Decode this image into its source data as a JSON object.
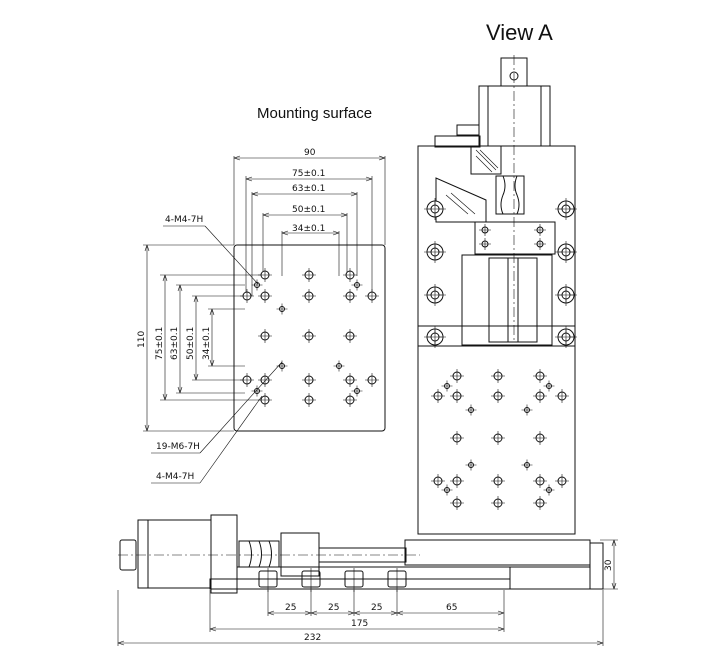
{
  "titles": {
    "view": "View A",
    "mounting": "Mounting surface"
  },
  "callouts": {
    "m4_top": "4-M4-7H",
    "m6": "19-M6-7H",
    "m4_bottom": "4-M4-7H"
  },
  "dims_horizontal": [
    "90",
    "75±0.1",
    "63±0.1",
    "50±0.1",
    "34±0.1"
  ],
  "dims_vertical": [
    "110",
    "75±0.1",
    "63±0.1",
    "50±0.1",
    "34±0.1"
  ],
  "dims_side": {
    "height": "30",
    "pitch1": "25",
    "pitch2": "25",
    "pitch3": "25",
    "offset": "65",
    "length_mid": "175",
    "length_total": "232"
  }
}
